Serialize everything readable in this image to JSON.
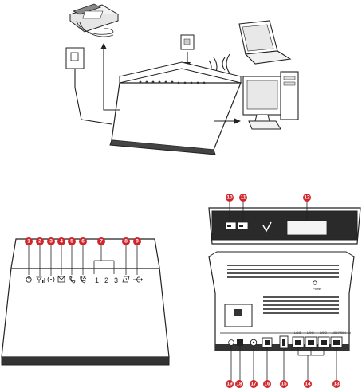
{
  "callouts": {
    "c1": "1",
    "c2": "2",
    "c3": "3",
    "c4": "4",
    "c5": "5",
    "c6": "6",
    "c7": "7",
    "c8": "8",
    "c9": "9",
    "c10": "10",
    "c11": "11",
    "c12": "12",
    "c13": "13",
    "c14": "14",
    "c15": "15",
    "c16": "16",
    "c17": "17",
    "c18": "18",
    "c19": "19"
  },
  "front_panel": {
    "port_nums": [
      "1",
      "2",
      "3"
    ]
  },
  "back_panel": {
    "power_label": "Power",
    "lan_labels": [
      "LAN1",
      "LAN2",
      "LAN3",
      "LAN4/WAN"
    ]
  },
  "colors": {
    "callout": "#d0262b",
    "line": "#222222"
  }
}
